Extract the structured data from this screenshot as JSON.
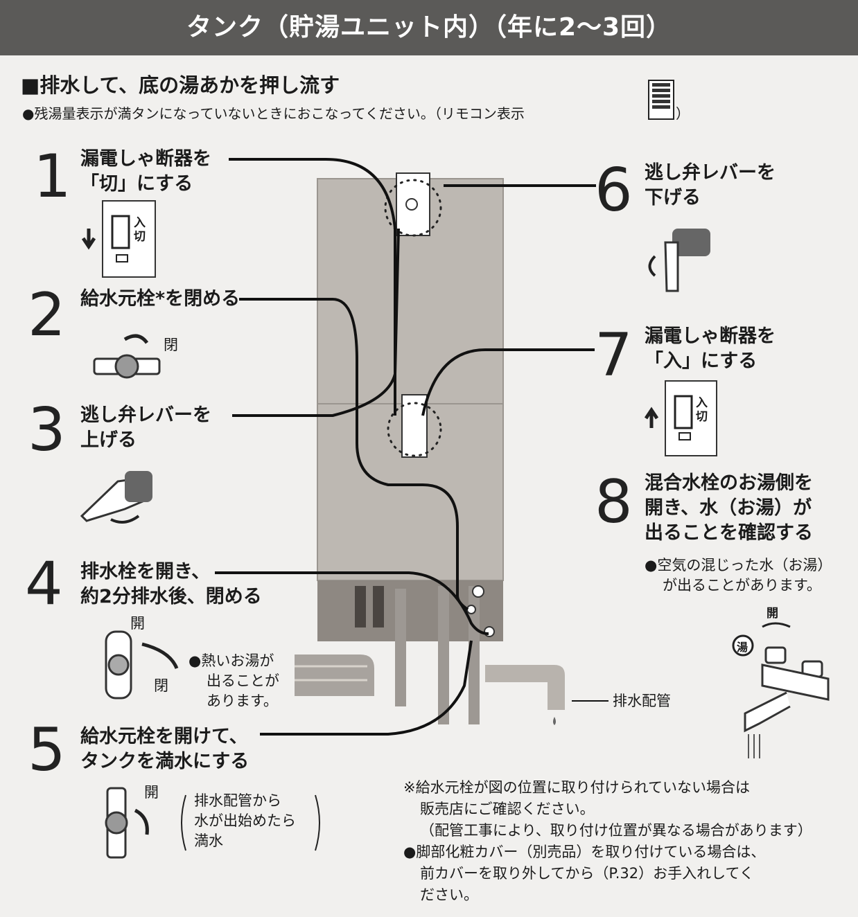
{
  "header": {
    "title": "タンク（貯湯ユニット内）（年に2〜3回）"
  },
  "subtitle": "■排水して、底の湯あかを押し流す",
  "note": "●残湯量表示が満タンになっていないときにおこなってください。（リモコン表示",
  "note_end": "）",
  "steps": [
    {
      "num": "1",
      "line1": "漏電しゃ断器を",
      "line2": "「切」にする"
    },
    {
      "num": "2",
      "line1": "給水元栓*を閉める",
      "line2": ""
    },
    {
      "num": "3",
      "line1": "逃し弁レバーを",
      "line2": "上げる"
    },
    {
      "num": "4",
      "line1": "排水栓を開き、",
      "line2": "約2分排水後、閉める"
    },
    {
      "num": "5",
      "line1": "給水元栓を開けて、",
      "line2": "タンクを満水にする"
    },
    {
      "num": "6",
      "line1": "逃し弁レバーを",
      "line2": "下げる"
    },
    {
      "num": "7",
      "line1": "漏電しゃ断器を",
      "line2": "「入」にする"
    },
    {
      "num": "8",
      "line1": "混合水栓のお湯側を",
      "line2": "開き、水（お湯）が",
      "line3": "出ることを確認する"
    }
  ],
  "labels": {
    "breaker_on_off": "入切",
    "close": "閉",
    "open": "開",
    "hot": "湯",
    "drain_pipe": "排水配管"
  },
  "notes": {
    "hot_water": [
      "●熱いお湯が",
      "出ることが",
      "あります。"
    ],
    "fill": [
      "排水配管から",
      "水が出始めたら",
      "満水"
    ],
    "air": [
      "●空気の混じった水（お湯）",
      "が出ることがあります。"
    ]
  },
  "footnotes": [
    "※給水元栓が図の位置に取り付けられていない場合は",
    "販売店にご確認ください。",
    "（配管工事により、取り付け位置が異なる場合があります）",
    "●脚部化粧カバー（別売品）を取り付けている場合は、",
    "前カバーを取り外してから（P.32）お手入れしてく",
    "ださい。"
  ]
}
